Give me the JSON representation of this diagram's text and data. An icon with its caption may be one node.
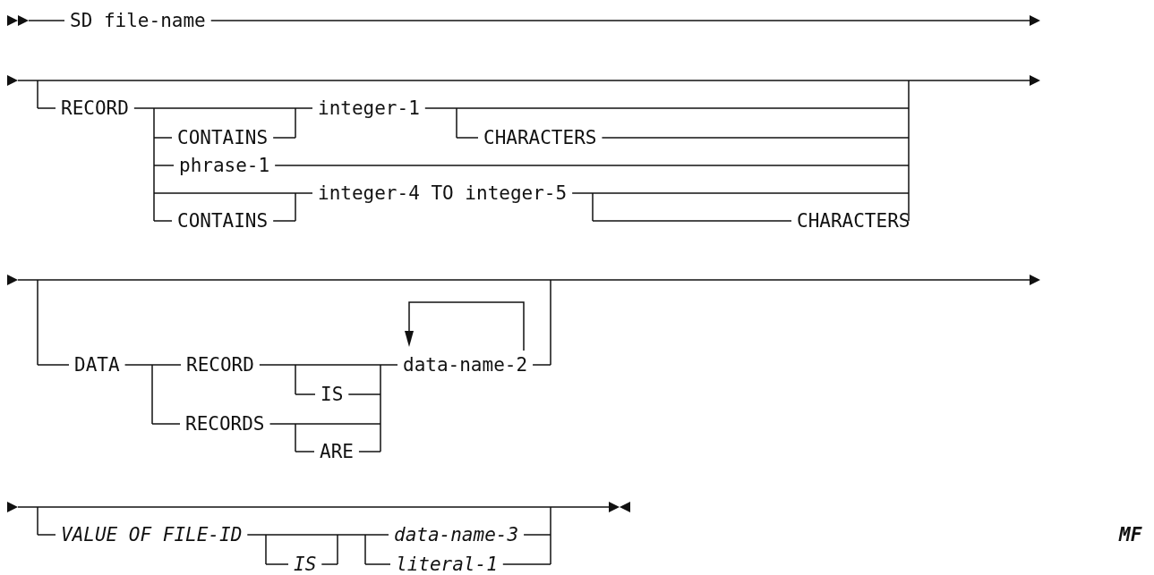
{
  "diagram": {
    "labels": [
      "SD file-name",
      "RECORD",
      "integer-1",
      "CONTAINS",
      "CHARACTERS",
      "phrase-1",
      "integer-4 TO integer-5",
      "CONTAINS",
      "CHARACTERS",
      "DATA",
      "RECORD",
      "data-name-2",
      "IS",
      "RECORDS",
      "ARE",
      "VALUE OF FILE-ID",
      "data-name-3",
      "IS",
      "literal-1",
      "MF"
    ]
  }
}
